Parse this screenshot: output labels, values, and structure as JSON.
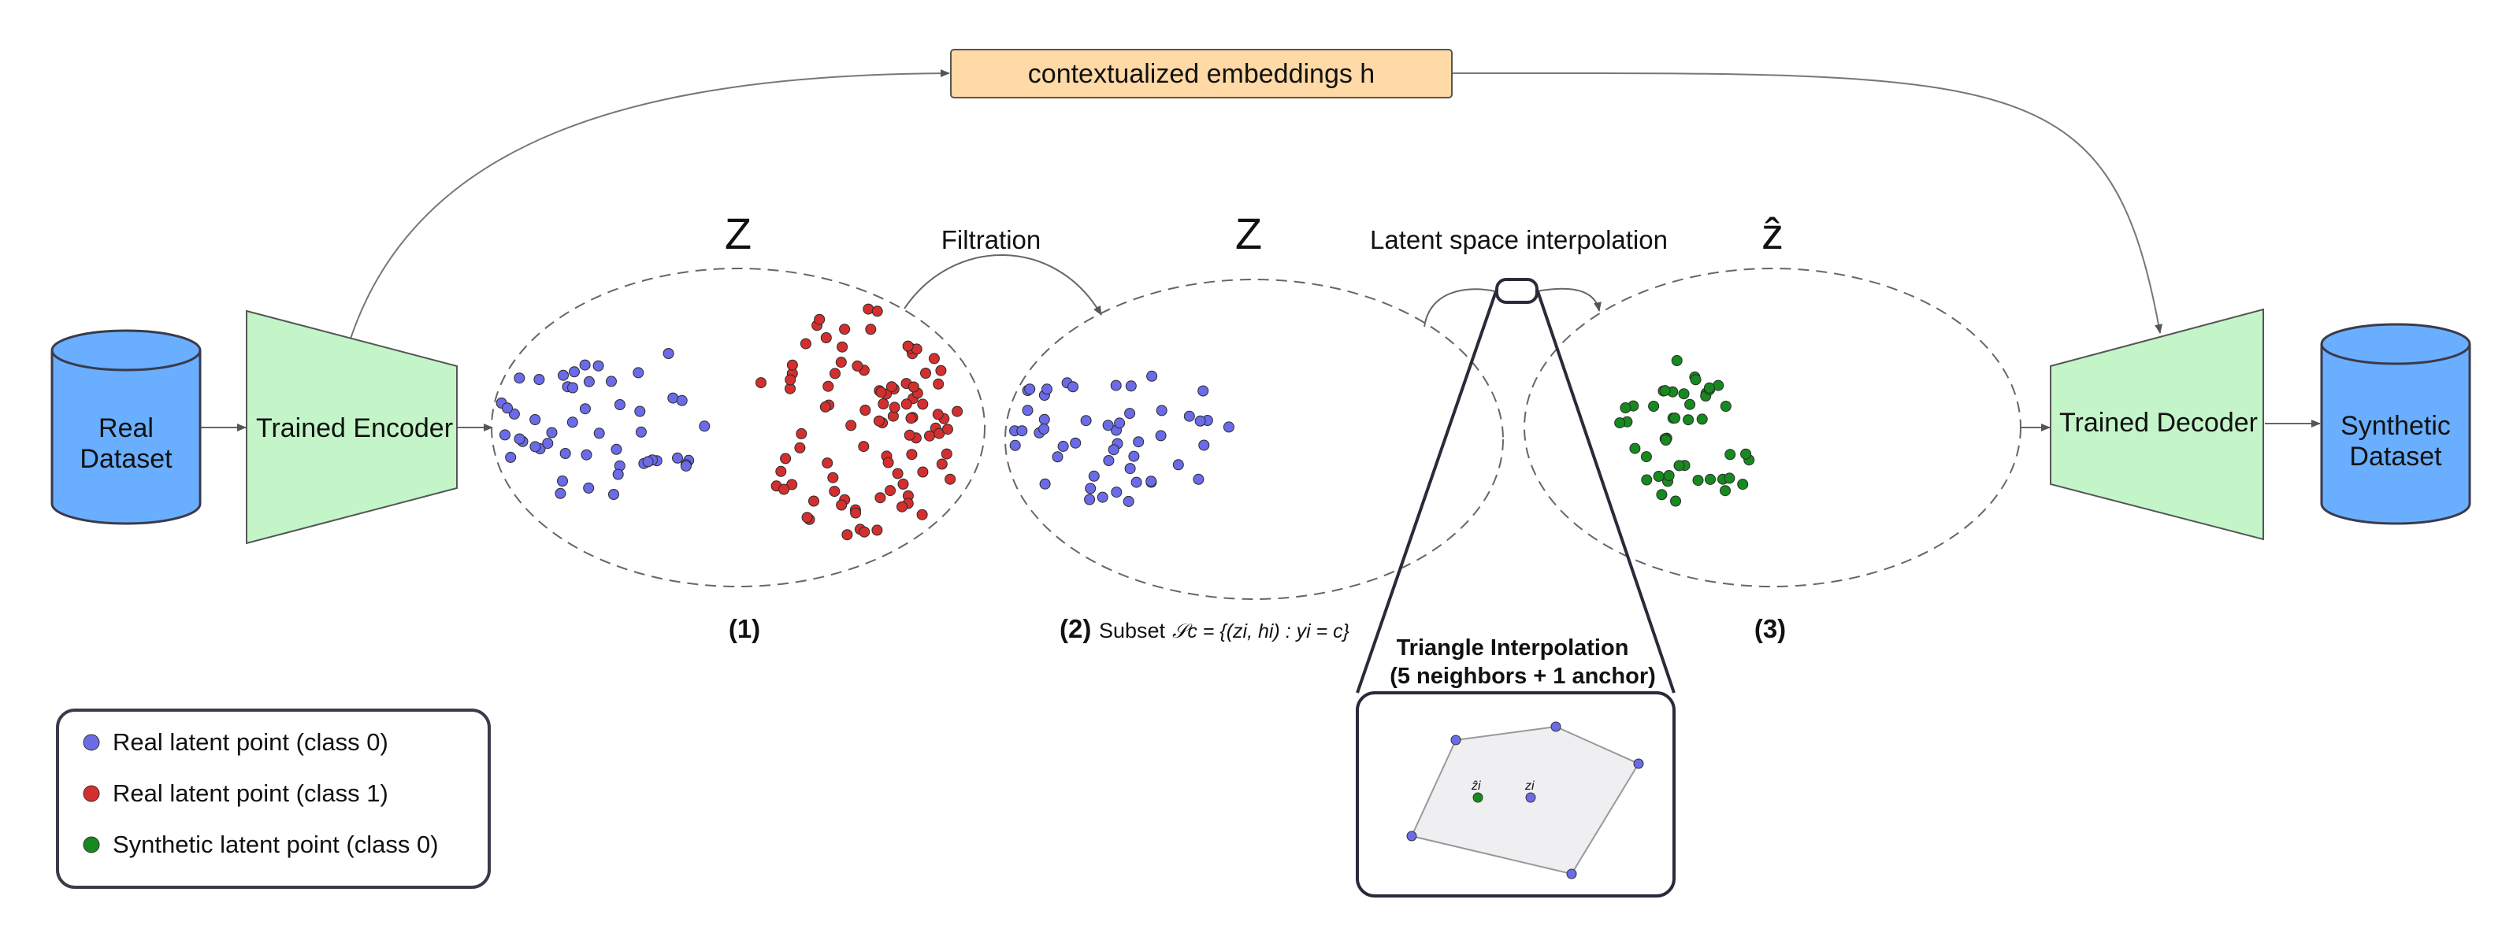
{
  "colors": {
    "class0": "#6b6be8",
    "class1": "#d42f2f",
    "synthetic": "#178a1f",
    "db": "#6aaeff",
    "trap": "#c3f5c8",
    "embed": "#ffd9a6",
    "outline": "#3a3a4a"
  },
  "embeddings": {
    "label": "contextualized embeddings h"
  },
  "real_dataset": {
    "line1": "Real",
    "line2": "Dataset"
  },
  "synthetic_dataset": {
    "line1": "Synthetic",
    "line2": "Dataset"
  },
  "encoder": {
    "label": "Trained Encoder"
  },
  "decoder": {
    "label": "Trained Decoder"
  },
  "spaces": {
    "s1": {
      "symbol": "Z",
      "number": "(1)"
    },
    "s2": {
      "symbol": "Z",
      "number": "(2)",
      "subset_word": "Subset",
      "subset_math": "𝒮c = {(zi, hi) : yi = c}"
    },
    "s3": {
      "symbol": "ẑ",
      "number": "(3)"
    }
  },
  "steps": {
    "filtration": "Filtration",
    "interpolation": "Latent space interpolation"
  },
  "triangle": {
    "title_line1": "Triangle Interpolation",
    "title_line2": "(5 neighbors + 1 anchor)",
    "zhat_label": "ẑi",
    "z_label": "zi"
  },
  "legend": {
    "items": [
      {
        "label": "Real latent point (class 0)",
        "color": "#6b6be8"
      },
      {
        "label": "Real latent point (class 1)",
        "color": "#d42f2f"
      },
      {
        "label": "Synthetic latent point (class 0)",
        "color": "#178a1f"
      }
    ]
  }
}
